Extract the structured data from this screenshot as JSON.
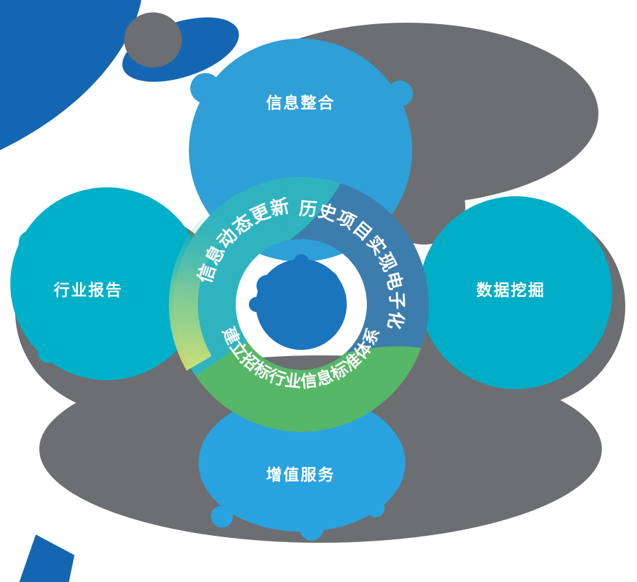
{
  "diagram": {
    "outer_nodes": [
      {
        "position": "top",
        "label": "信息整合"
      },
      {
        "position": "left",
        "label": "行业报告"
      },
      {
        "position": "right",
        "label": "数据挖掘"
      },
      {
        "position": "bottom",
        "label": "增值服务"
      }
    ],
    "ring_segments": [
      {
        "position": "upper-left",
        "label": "信息动态更新",
        "color": "#2fb4bf"
      },
      {
        "position": "right",
        "label": "历史项目实现电子化",
        "color": "#3d7dad"
      },
      {
        "position": "bottom",
        "label": "建立招标行业信息标准体系",
        "color": "#57b768"
      }
    ],
    "palette": {
      "petal_top": "#2f9fd8",
      "petal_left": "#00afc8",
      "petal_right": "#00adc6",
      "petal_bottom": "#29a3e0",
      "corner_dark_blue": "#1566b2",
      "shadow_gray": "#6d6e71",
      "center_blue": "#1b75bc",
      "highlight_yellow_green": "#d9e36c",
      "label_text": "#ffffff"
    }
  }
}
